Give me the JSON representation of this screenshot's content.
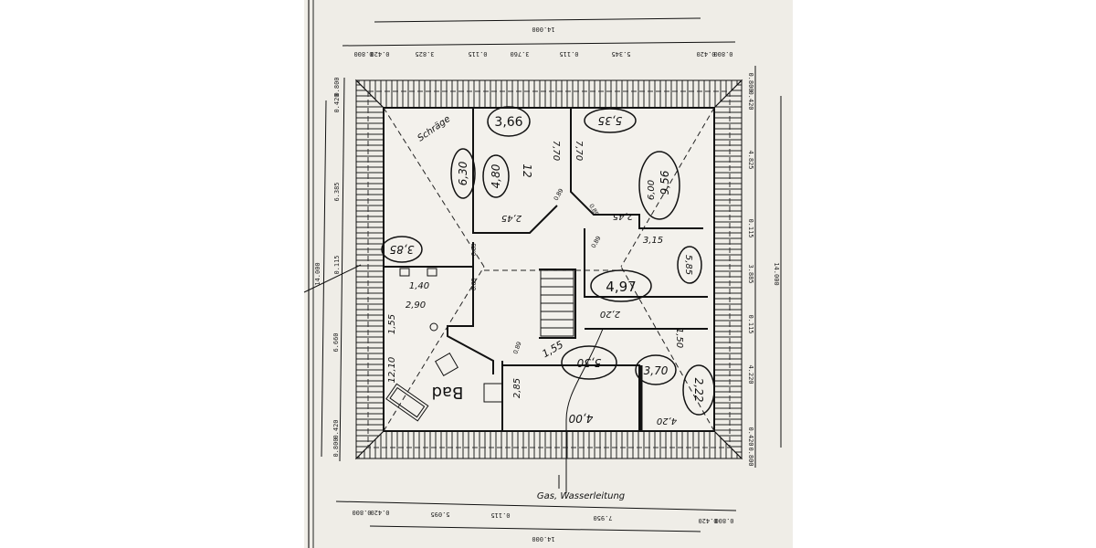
{
  "plan": {
    "top_dims": {
      "total": "14.000",
      "segments": [
        "0.800",
        "0.420",
        "3.825",
        "0.115",
        "3.760",
        "0.115",
        "5.345",
        "0.420",
        "0.800"
      ]
    },
    "bottom_dims": {
      "total": "14.000",
      "segments": [
        "0.800",
        "0.420",
        "5.095",
        "0.115",
        "7.950",
        "0.420",
        "0.800"
      ]
    },
    "left_dims": {
      "total": "14.000",
      "segments": [
        "0.800",
        "0.420",
        "6.385",
        "0.115",
        "6.660",
        "0.420",
        "0.800"
      ]
    },
    "right_dims": {
      "total": "14.000",
      "segments": [
        "0.800",
        "0.420",
        "4.825",
        "0.115",
        "3.885",
        "0.115",
        "4.220",
        "0.420",
        "0.800"
      ]
    },
    "door_widths": [
      "0.89",
      "0.89",
      "0.89",
      "0.89",
      "0.89",
      "0.89"
    ],
    "annotations": {
      "schraege": "Schräge",
      "a366": "3,66",
      "a535": "5,35",
      "a630": "6,30",
      "a480": "4,80",
      "a12": "12",
      "a770a": "7,70",
      "a770b": "7,70",
      "a245a": "2,45",
      "a245b": "2,45",
      "a956": "9,56",
      "a600": "6,00",
      "a315": "3,15",
      "a385": "3,85",
      "a140": "1,40",
      "a290": "2,90",
      "a155a": "1,55",
      "a1210": "12,10",
      "bad": "Bad",
      "a497": "4,97",
      "a220": "2,20",
      "a585": "5,85",
      "a155b": "1,55",
      "a530": "5,30",
      "a285": "2,85",
      "a400": "4,00",
      "a370": "3,70",
      "a222": "2,22",
      "a150": "1,50",
      "a420": "4,20",
      "gas": "Gas, Wasserleitung"
    }
  }
}
